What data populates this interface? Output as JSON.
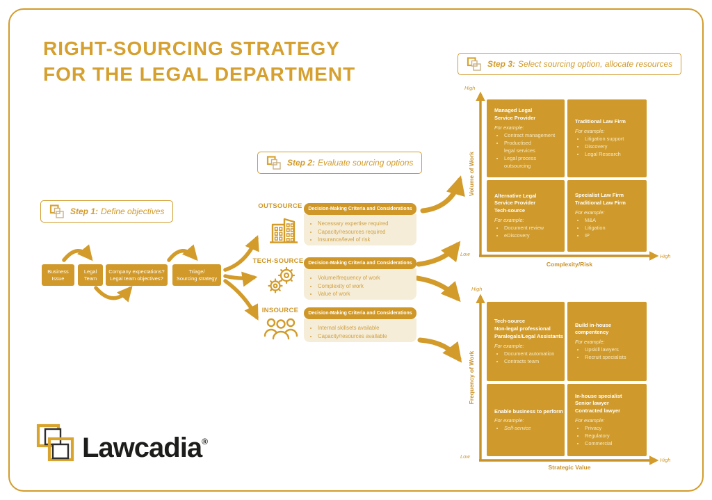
{
  "meta": {
    "accent_gold": "#D29B2A",
    "cream_bg": "#F6EDD9",
    "logo_text_color": "#1D1D1B"
  },
  "title": {
    "line1": "RIGHT-SOURCING STRATEGY",
    "line2": "FOR THE LEGAL DEPARTMENT"
  },
  "steps": {
    "step1": {
      "label": "Step 1:",
      "text": "Define objectives"
    },
    "step2": {
      "label": "Step 2:",
      "text": "Evaluate sourcing options"
    },
    "step3": {
      "label": "Step 3:",
      "text": "Select sourcing option, allocate resources"
    }
  },
  "flow": {
    "business_issue": "Business\nIssue",
    "legal_team": "Legal\nTeam",
    "company_expectations": "Company expectations?\nLegal team objectives?",
    "triage": "Triage/\nSourcing strategy"
  },
  "options": {
    "criteria_header": "Decision-Making Criteria and Considerations",
    "outsource": {
      "label": "OUTSOURCE",
      "icon": "building-icon",
      "criteria": [
        "Necessary expertise required",
        "Capacity/resources required",
        "Insurance/level of risk"
      ]
    },
    "tech_source": {
      "label": "TECH-SOURCE",
      "icon": "gears-icon",
      "criteria": [
        "Volume/frequency of work",
        "Complexity of work",
        "Value of work"
      ]
    },
    "insource": {
      "label": "INSOURCE",
      "icon": "people-icon",
      "criteria": [
        "Internal skillsets available",
        "Capacity/resources available"
      ]
    }
  },
  "labels": {
    "for_example": "For example:",
    "high": "High",
    "low": "Low"
  },
  "matrix_top": {
    "y_axis": "Volume of Work",
    "x_axis": "Complexity/Risk",
    "quadrants": {
      "top_left": {
        "title": "Managed Legal\nService Provider",
        "bullets": [
          "Contract management",
          "Productised\nlegal services",
          "Legal process\noutsourcing"
        ]
      },
      "top_right": {
        "title": "Traditional Law Firm",
        "bullets": [
          "Litigation support",
          "Discovery",
          "Legal Research"
        ]
      },
      "bottom_left": {
        "title": "Alternative Legal\nService Provider\nTech-source",
        "bullets": [
          "Document review",
          "eDiscovery"
        ]
      },
      "bottom_right": {
        "title": "Specialist Law Firm\nTraditional Law Firm",
        "bullets": [
          "M&A",
          "Litigation",
          "IP"
        ]
      }
    }
  },
  "matrix_bottom": {
    "y_axis": "Frequency of Work",
    "x_axis": "Strategic Value",
    "quadrants": {
      "top_left": {
        "title": "Tech-source\nNon-legal professional\nParalegals/Legal Assistants",
        "bullets": [
          "Document automation",
          "Contracts team"
        ]
      },
      "top_right": {
        "title": "Build in-house\ncompentency",
        "bullets": [
          "Upskill lawyers",
          "Recruit specialists"
        ]
      },
      "bottom_left": {
        "title": "Enable business to perform",
        "bullets": [
          "Self-service"
        ]
      },
      "bottom_right": {
        "title": "In-house specialist\nSenior lawyer\nContracted lawyer",
        "bullets": [
          "Privacy",
          "Regulatory",
          "Commercial"
        ]
      }
    }
  },
  "logo": {
    "name": "Lawcadia",
    "registered": "®"
  }
}
